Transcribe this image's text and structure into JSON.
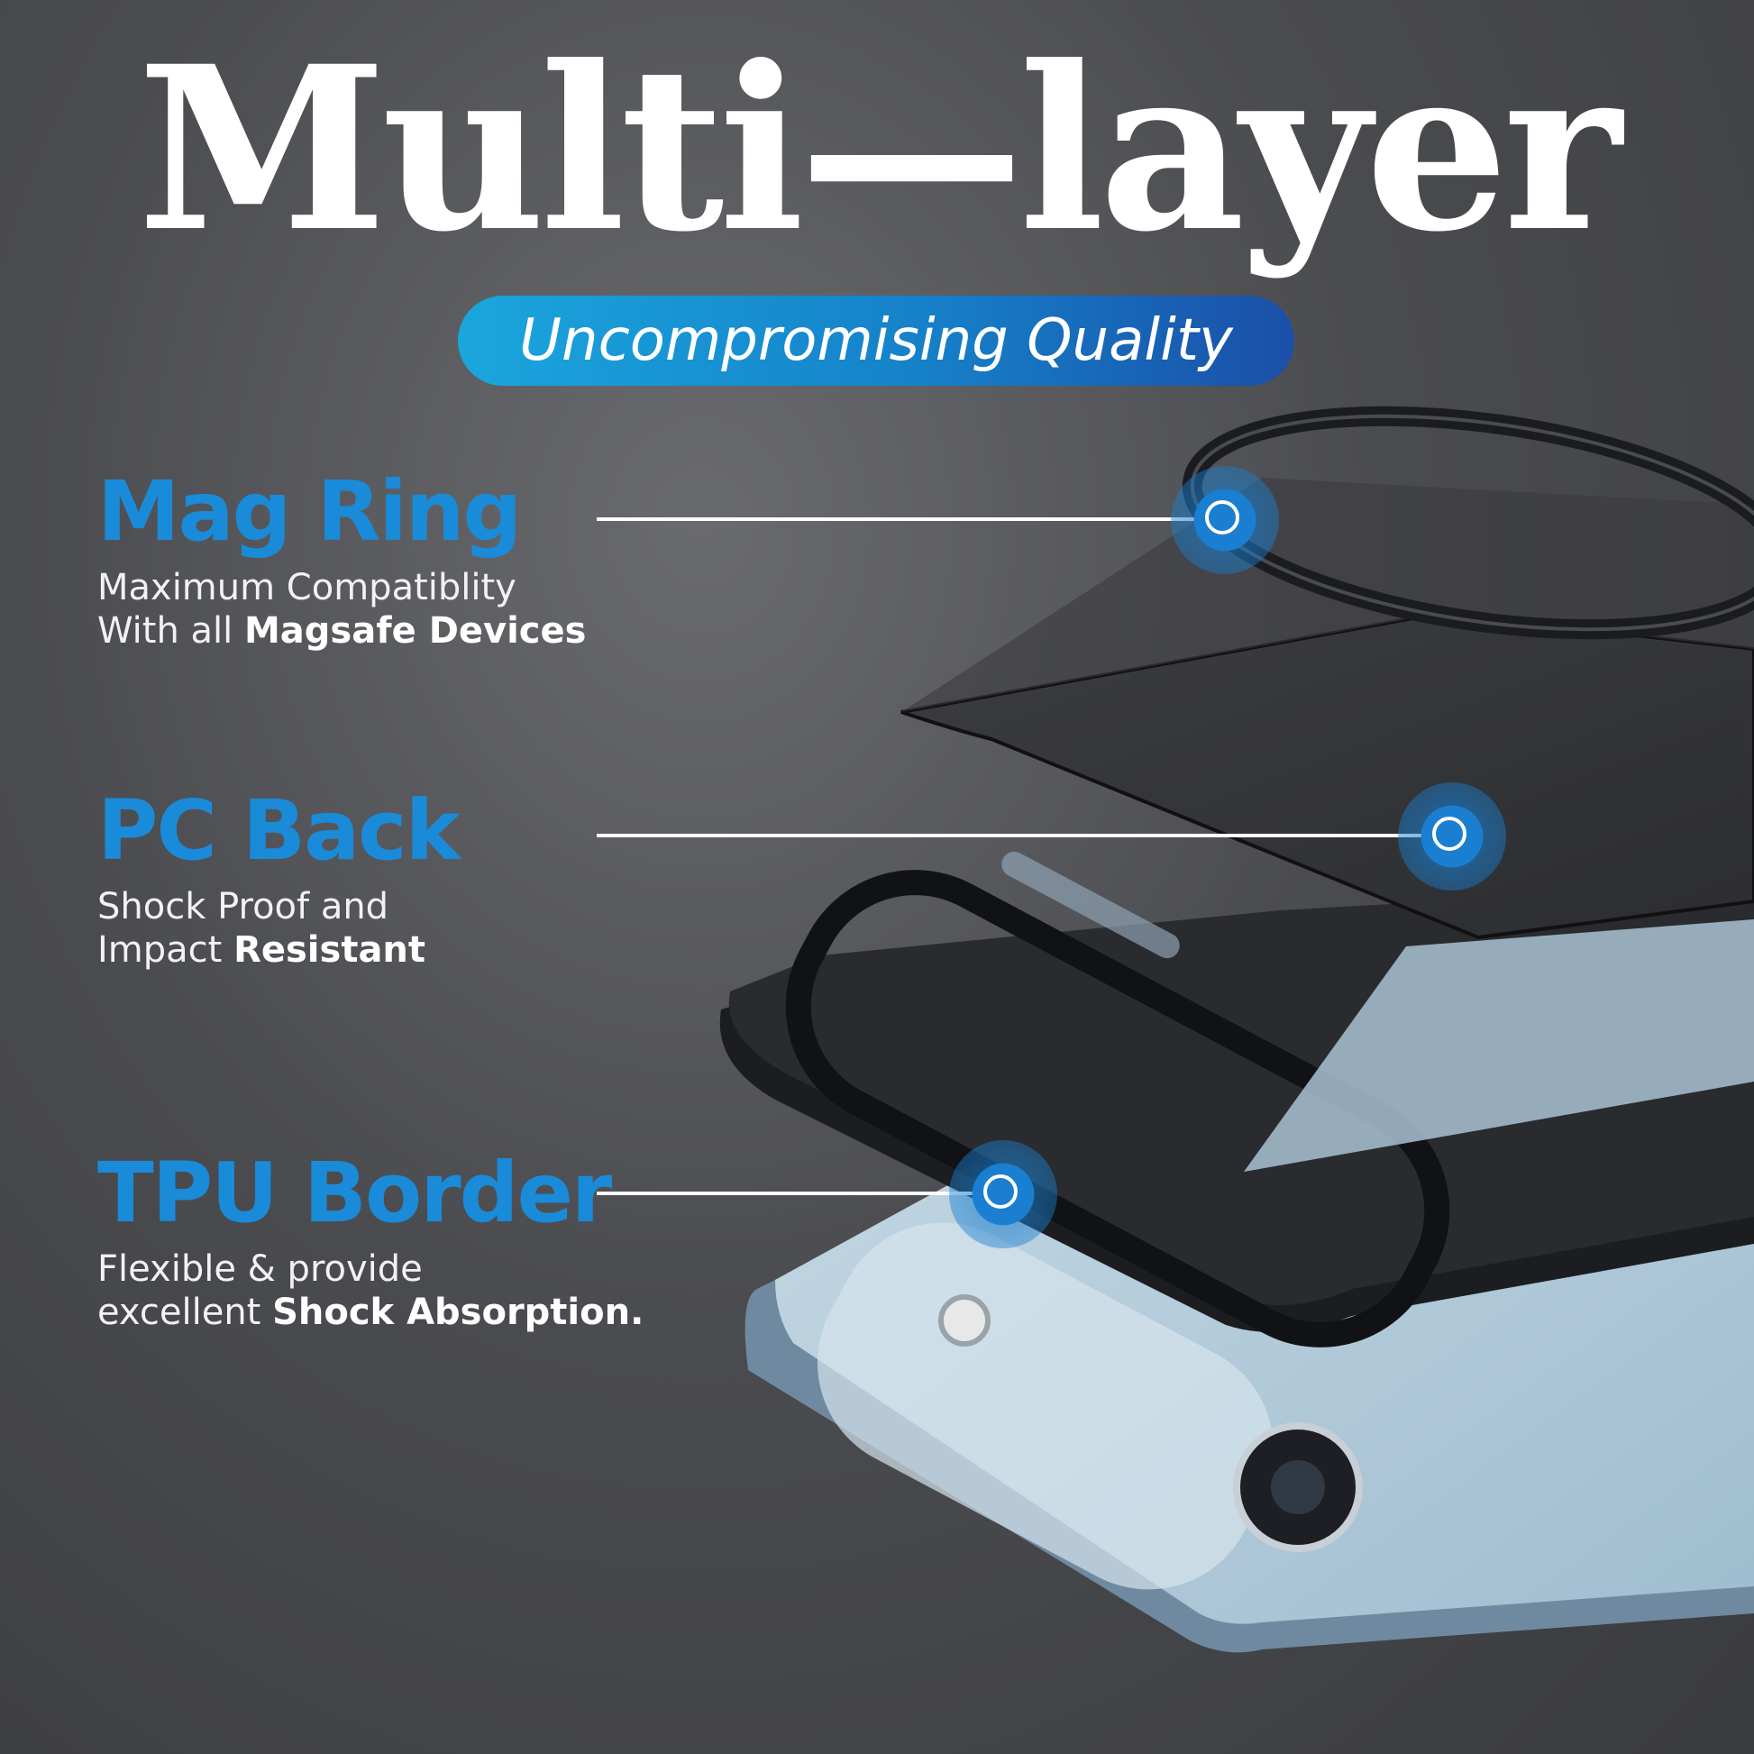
{
  "headline": "Multi—layer",
  "tagline": "Uncompromising Quality",
  "features": [
    {
      "title": "Mag Ring",
      "line1": "Maximum Compatiblity",
      "line2_plain": "With all ",
      "line2_bold": "Magsafe Devices"
    },
    {
      "title": "PC Back",
      "line1": "Shock Proof and",
      "line2_plain": "Impact ",
      "line2_bold": "Resistant"
    },
    {
      "title": "TPU Border",
      "line1": "Flexible & provide",
      "line2_plain": "excellent ",
      "line2_bold": "Shock Absorption."
    }
  ],
  "colors": {
    "accent": "#1a8bd8",
    "pill_start": "#1aa6dd",
    "pill_end": "#1a4fa8",
    "background": "#4b4c50"
  },
  "icons": [
    "mag-ring-marker-icon",
    "pc-back-marker-icon",
    "tpu-border-marker-icon"
  ]
}
